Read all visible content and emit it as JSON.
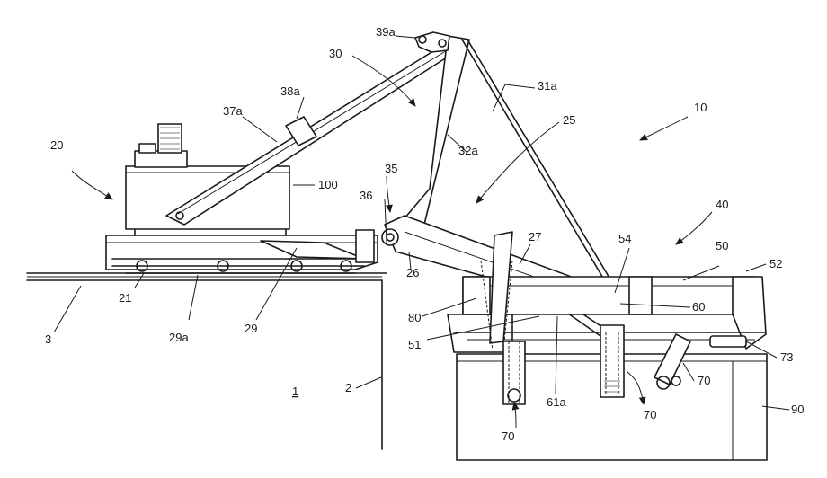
{
  "labels": {
    "l1": "1",
    "l2": "2",
    "l3": "3",
    "l10": "10",
    "l20": "20",
    "l21": "21",
    "l25": "25",
    "l26": "26",
    "l27": "27",
    "l29": "29",
    "l29a": "29a",
    "l30": "30",
    "l31a": "31a",
    "l32a": "32a",
    "l35": "35",
    "l36": "36",
    "l37a": "37a",
    "l38a": "38a",
    "l39a": "39a",
    "l40": "40",
    "l50": "50",
    "l51": "51",
    "l52": "52",
    "l54": "54",
    "l60": "60",
    "l61a": "61a",
    "l70a": "70",
    "l70b": "70",
    "l70c": "70",
    "l73": "73",
    "l80": "80",
    "l90": "90",
    "l100": "100"
  }
}
